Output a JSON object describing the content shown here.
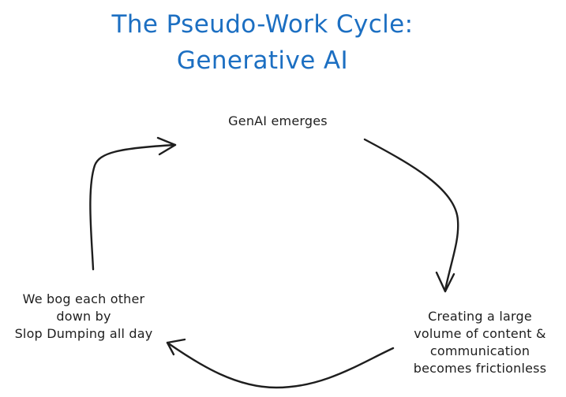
{
  "title": {
    "line1": "The Pseudo-Work Cycle:",
    "line2": "Generative AI"
  },
  "nodes": {
    "top": [
      "GenAI emerges"
    ],
    "right": [
      "Creating a large",
      "volume of content &",
      "communication",
      "becomes frictionless"
    ],
    "left": [
      "We bog each other",
      "down by",
      "Slop Dumping all day"
    ]
  },
  "colors": {
    "title": "#1c6fc2",
    "text": "#1e1e1e",
    "arrows": "#1e1e1e",
    "background": "#ffffff"
  }
}
